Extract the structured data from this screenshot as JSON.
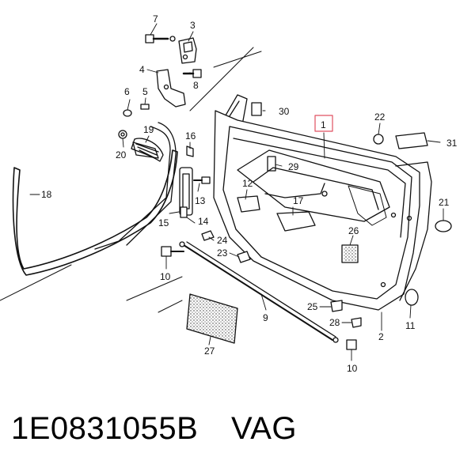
{
  "diagram": {
    "callouts": [
      {
        "id": "7",
        "label": "7"
      },
      {
        "id": "3",
        "label": "3"
      },
      {
        "id": "4",
        "label": "4"
      },
      {
        "id": "8",
        "label": "8"
      },
      {
        "id": "6",
        "label": "6"
      },
      {
        "id": "5",
        "label": "5"
      },
      {
        "id": "19",
        "label": "19"
      },
      {
        "id": "20",
        "label": "20"
      },
      {
        "id": "16",
        "label": "16"
      },
      {
        "id": "30",
        "label": "30"
      },
      {
        "id": "1",
        "label": "1"
      },
      {
        "id": "22",
        "label": "22"
      },
      {
        "id": "31",
        "label": "31"
      },
      {
        "id": "29",
        "label": "29"
      },
      {
        "id": "18",
        "label": "18"
      },
      {
        "id": "13",
        "label": "13"
      },
      {
        "id": "12",
        "label": "12"
      },
      {
        "id": "17",
        "label": "17"
      },
      {
        "id": "21",
        "label": "21"
      },
      {
        "id": "15",
        "label": "15"
      },
      {
        "id": "14",
        "label": "14"
      },
      {
        "id": "24",
        "label": "24"
      },
      {
        "id": "26",
        "label": "26"
      },
      {
        "id": "23",
        "label": "23"
      },
      {
        "id": "10a",
        "label": "10"
      },
      {
        "id": "9",
        "label": "9"
      },
      {
        "id": "25",
        "label": "25"
      },
      {
        "id": "11",
        "label": "11"
      },
      {
        "id": "28",
        "label": "28"
      },
      {
        "id": "2",
        "label": "2"
      },
      {
        "id": "27",
        "label": "27"
      },
      {
        "id": "10b",
        "label": "10"
      }
    ],
    "highlight_color": "#e05060"
  },
  "footer": {
    "part_number": "1E0831055B",
    "brand": "VAG"
  }
}
